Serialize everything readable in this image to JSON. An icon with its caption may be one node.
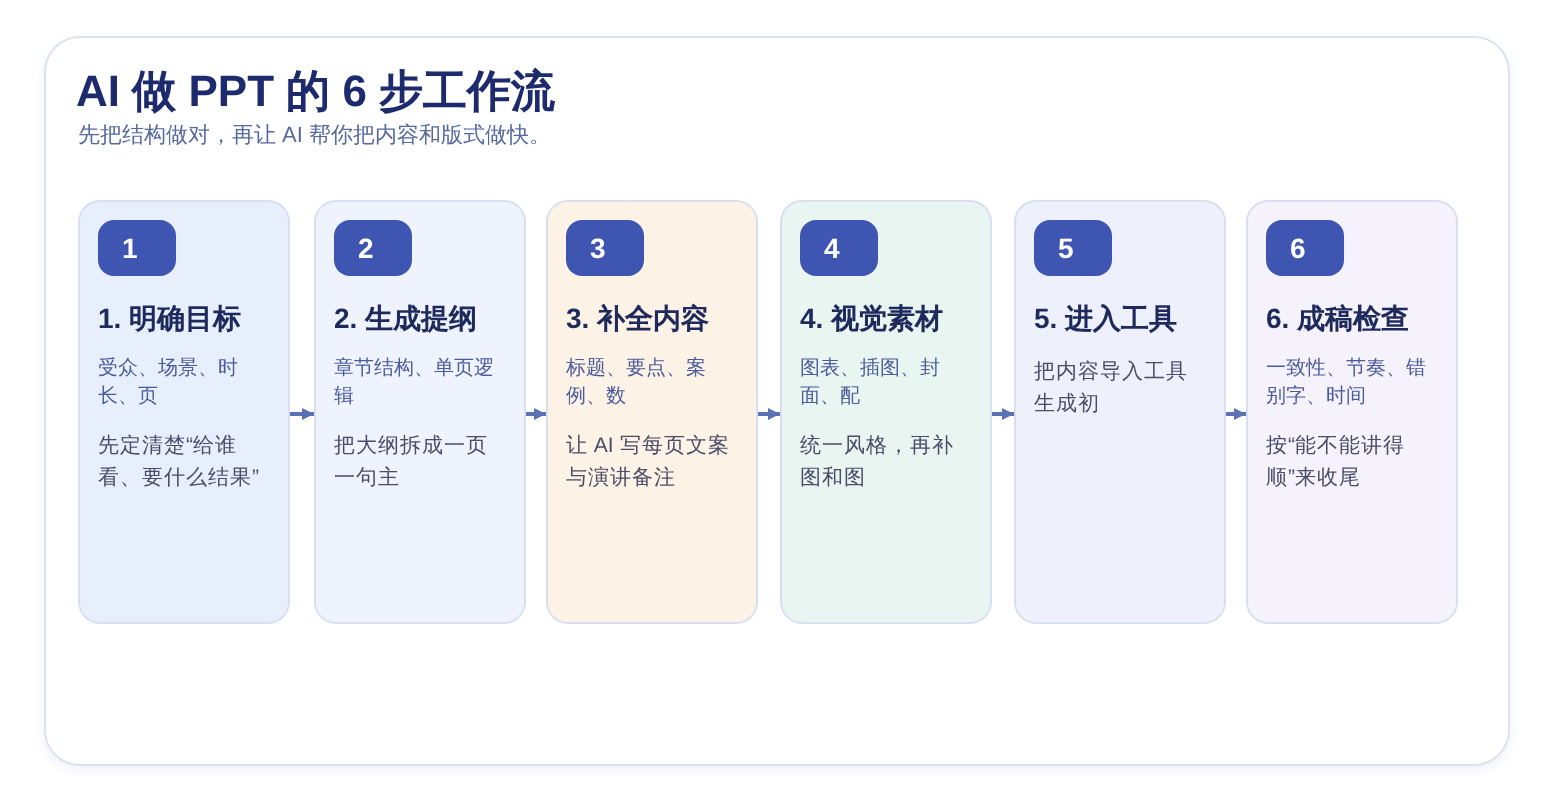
{
  "diagram": {
    "title": "AI 做 PPT 的 6 步工作流",
    "nodes": [
      {
        "text": [
          "1. 明确目标",
          "受众、场景、时长、页",
          "先定清楚“给谁看、要什么结果”"
        ]
      },
      {
        "text": [
          "1"
        ],
        "in": 0
      },
      {
        "text": [
          "2. 生成提纲",
          "章节结构、单页逻辑",
          "把大纲拆成一页一句主"
        ]
      },
      {
        "text": [
          "2"
        ],
        "in": 2
      },
      {
        "text": [
          "3. 补全内容",
          "标题、要点、案例、数",
          "让 AI 写每页文案与演讲备注"
        ]
      },
      {
        "text": [
          "3"
        ],
        "in": 4
      },
      {
        "text": [
          "4. 视觉素材",
          "图表、插图、封面、配",
          "统一风格，再补图和图"
        ]
      },
      {
        "text": [
          "4"
        ],
        "in": 6
      },
      {
        "text": [
          "5. 进入工具",
          "把内容导入工具生成初"
        ]
      },
      {
        "text": [
          "5"
        ],
        "in": 8
      },
      {
        "text": [
          "6. 成稿检查",
          "一致性、节奏、错别字、时间",
          "按“能不能讲得顺”来收尾"
        ]
      },
      {
        "text": [
          "6"
        ],
        "in": 10
      }
    ],
    "edges": [
      {
        "from": 0,
        "to": 2,
        "arrow": "to"
      },
      {
        "from": 2,
        "to": 4,
        "arrow": "to"
      },
      {
        "from": 4,
        "to": 6,
        "arrow": "to"
      },
      {
        "from": 6,
        "to": 8,
        "arrow": "to"
      },
      {
        "from": 8,
        "to": 10,
        "arrow": "to"
      }
    ],
    "labels": [
      "先把结构做对，再让 AI 帮你把内容和版式做快。"
    ]
  }
}
